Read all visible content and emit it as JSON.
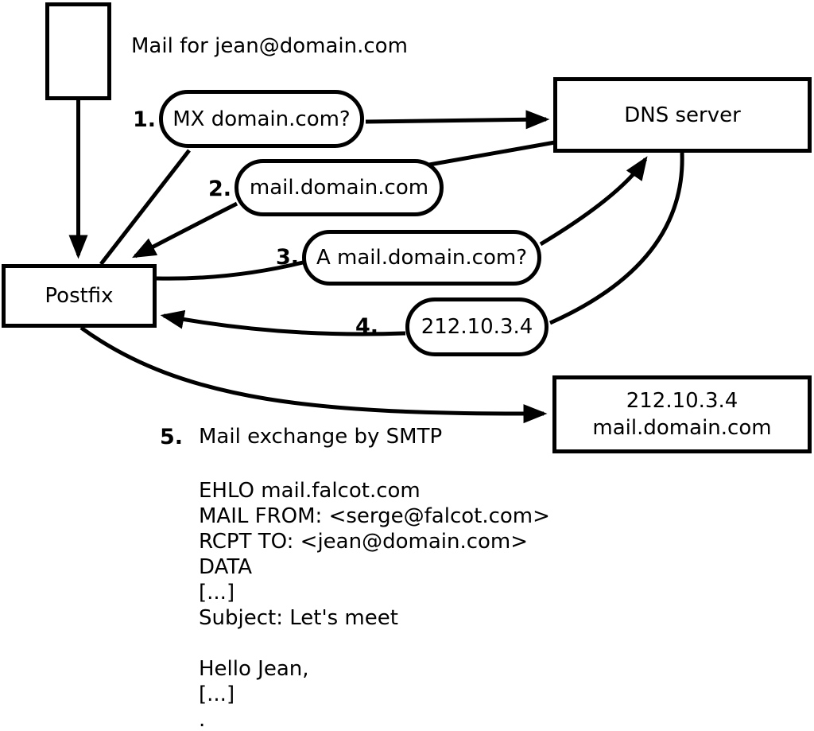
{
  "diagram": {
    "mail_note": "Mail for jean@domain.com",
    "nodes": {
      "postfix": "Postfix",
      "dns_server": "DNS server",
      "mail_server_line1": "212.10.3.4",
      "mail_server_line2": "mail.domain.com"
    },
    "steps": [
      {
        "num": "1.",
        "label": "MX domain.com?"
      },
      {
        "num": "2.",
        "label": "mail.domain.com"
      },
      {
        "num": "3.",
        "label": "A mail.domain.com?"
      },
      {
        "num": "4.",
        "label": "212.10.3.4"
      },
      {
        "num": "5.",
        "label": "Mail exchange by SMTP"
      }
    ],
    "smtp_session": [
      "EHLO mail.falcot.com",
      "MAIL FROM: <serge@falcot.com>",
      "RCPT TO: <jean@domain.com>",
      "DATA",
      "[...]",
      "Subject: Let's meet",
      "",
      "Hello Jean,",
      "[...]",
      "."
    ]
  },
  "colors": {
    "stroke": "#000000",
    "background": "#ffffff"
  }
}
